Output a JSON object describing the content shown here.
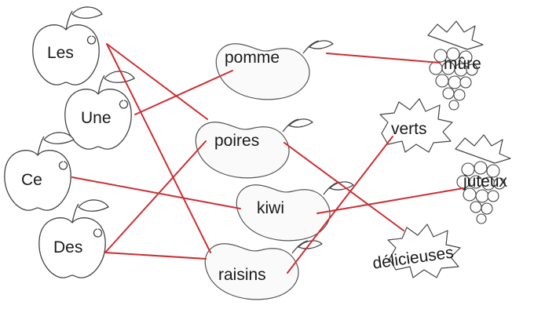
{
  "column_determiners": [
    {
      "id": "les",
      "label": "Les"
    },
    {
      "id": "une",
      "label": "Une"
    },
    {
      "id": "ce",
      "label": "Ce"
    },
    {
      "id": "des",
      "label": "Des"
    }
  ],
  "column_nouns": [
    {
      "id": "pomme",
      "label": "pomme"
    },
    {
      "id": "poires",
      "label": "poires"
    },
    {
      "id": "kiwi",
      "label": "kiwi"
    },
    {
      "id": "raisins",
      "label": "raisins"
    }
  ],
  "column_adjectives": [
    {
      "id": "mure",
      "label": "mûre"
    },
    {
      "id": "verts",
      "label": "verts"
    },
    {
      "id": "juteux",
      "label": "juteux"
    },
    {
      "id": "delicieuses",
      "label": "délicieuses"
    }
  ],
  "connections": [
    {
      "from": "les",
      "to": "poires"
    },
    {
      "from": "les",
      "to": "raisins"
    },
    {
      "from": "une",
      "to": "pomme"
    },
    {
      "from": "ce",
      "to": "kiwi"
    },
    {
      "from": "des",
      "to": "poires"
    },
    {
      "from": "des",
      "to": "raisins"
    },
    {
      "from": "pomme",
      "to": "mure"
    },
    {
      "from": "poires",
      "to": "delicieuses"
    },
    {
      "from": "kiwi",
      "to": "juteux"
    },
    {
      "from": "raisins",
      "to": "verts"
    }
  ],
  "colors": {
    "line": "#cc2f34",
    "ink": "#444444"
  }
}
